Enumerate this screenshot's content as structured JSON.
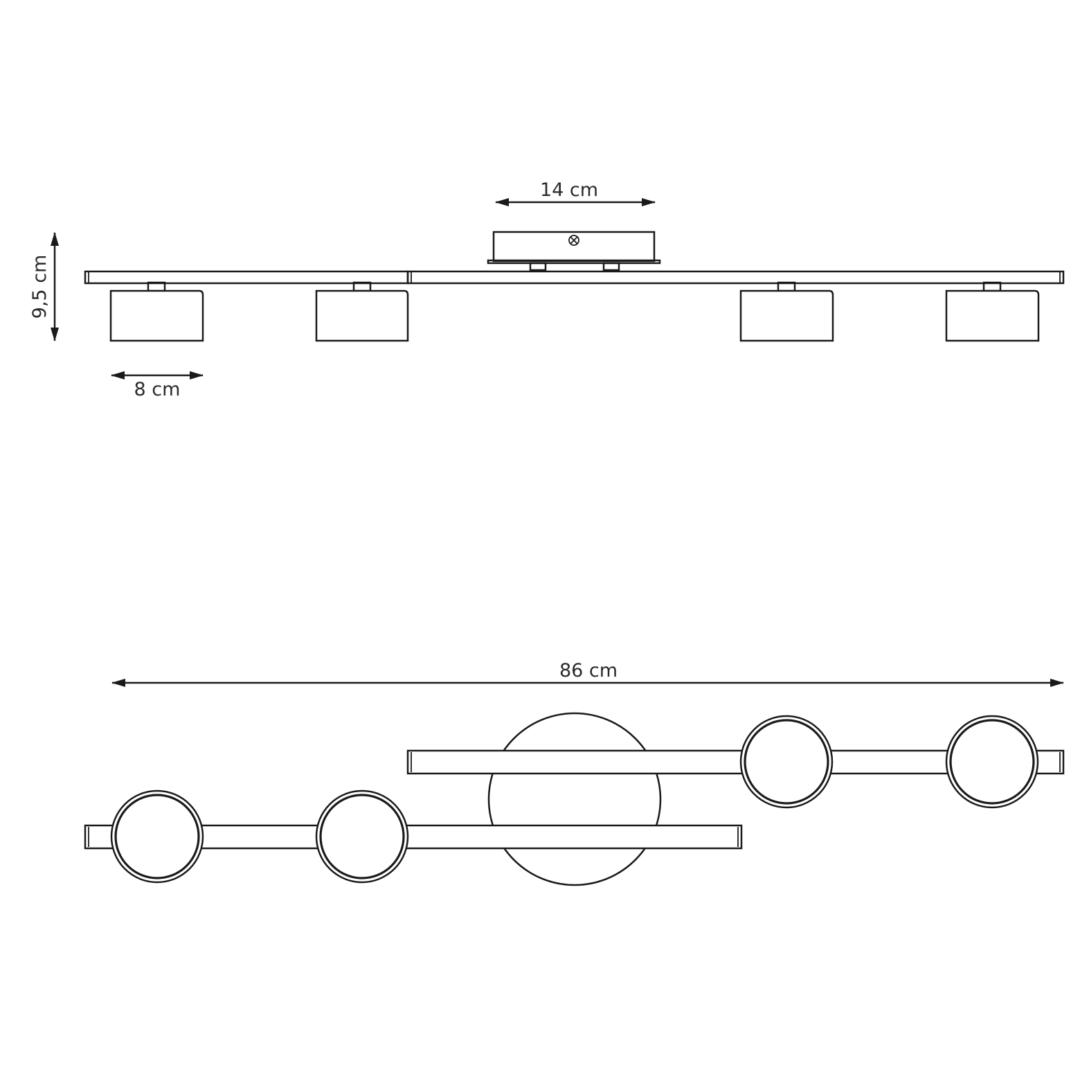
{
  "dimensions": {
    "base_width": "14 cm",
    "height": "9,5 cm",
    "spot_width": "8 cm",
    "total_length": "86 cm"
  },
  "colors": {
    "stroke": "#1a1a1a",
    "text": "#2a2a2a",
    "background": "#ffffff"
  },
  "icons": {
    "arrow": "double-headed-arrow",
    "screw": "screw-icon"
  }
}
